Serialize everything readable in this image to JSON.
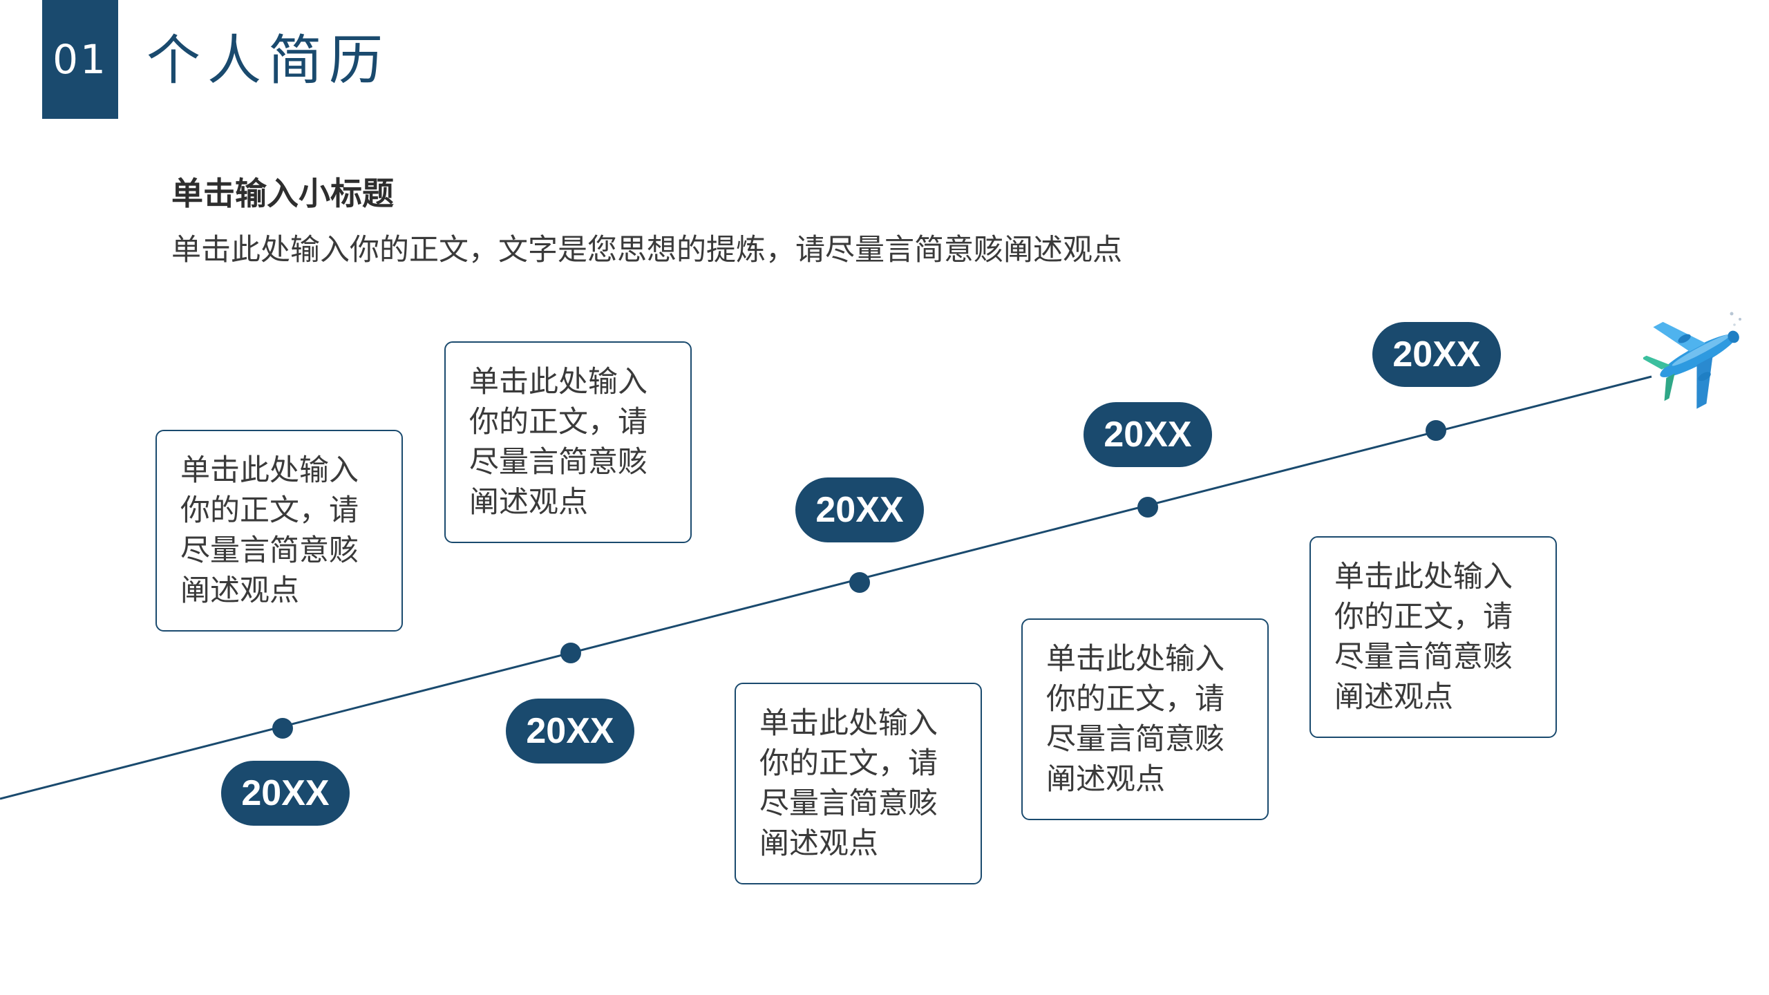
{
  "header": {
    "number": "01",
    "title": "个人简历"
  },
  "subtitle": "单击输入小标题",
  "intro": "单击此处输入你的正文，文字是您思想的提炼，请尽量言简意赅阐述观点",
  "milestones": [
    {
      "year": "20XX",
      "text": "单击此处输入你的正文，请尽量言简意赅阐述观点"
    },
    {
      "year": "20XX",
      "text": "单击此处输入你的正文，请尽量言简意赅阐述观点"
    },
    {
      "year": "20XX",
      "text": "单击此处输入你的正文，请尽量言简意赅阐述观点"
    },
    {
      "year": "20XX",
      "text": "单击此处输入你的正文，请尽量言简意赅阐述观点"
    },
    {
      "year": "20XX",
      "text": "单击此处输入你的正文，请尽量言简意赅阐述观点"
    }
  ],
  "icons": {
    "plane": "airplane-icon"
  },
  "colors": {
    "accent": "#1a4a6e",
    "plane_blue": "#2e9ae0",
    "plane_teal": "#3bbf9e"
  }
}
